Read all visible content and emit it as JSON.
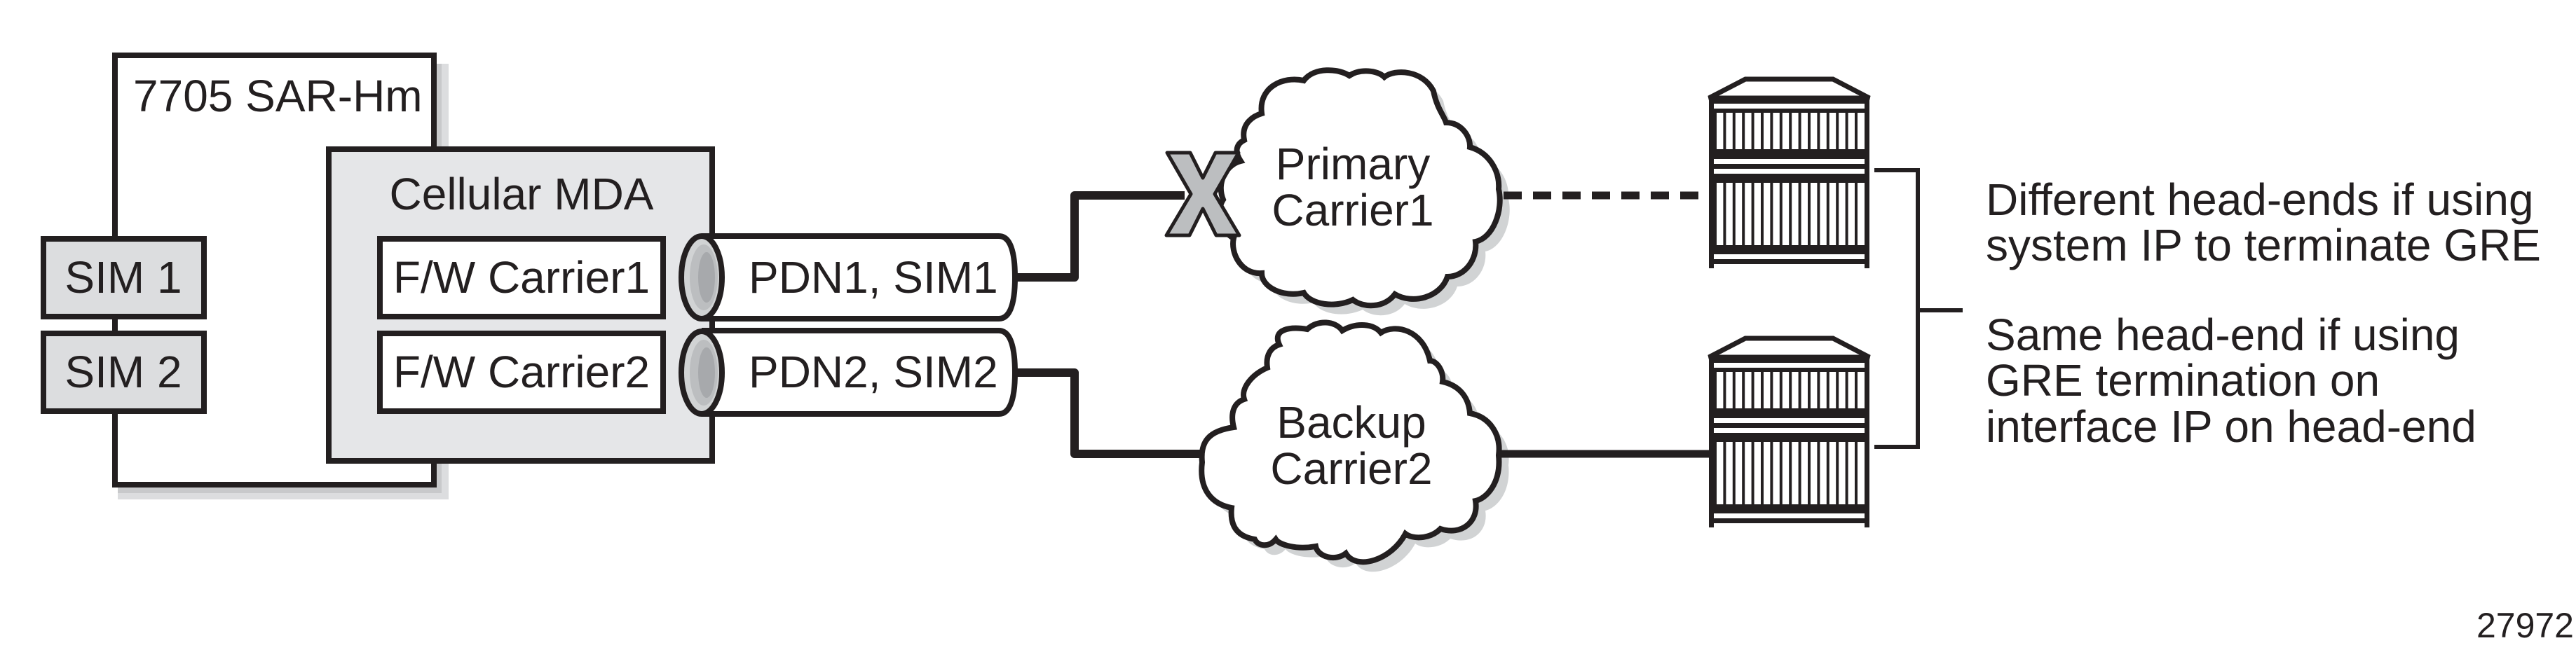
{
  "diagram": {
    "figure_id": "27972",
    "device": {
      "label": "7705 SAR-Hm"
    },
    "sims": [
      {
        "label": "SIM 1"
      },
      {
        "label": "SIM 2"
      }
    ],
    "mda": {
      "label": "Cellular MDA",
      "firmware": [
        {
          "label": "F/W Carrier1"
        },
        {
          "label": "F/W Carrier2"
        }
      ]
    },
    "tunnels": [
      {
        "label": "PDN1, SIM1",
        "status": "failed"
      },
      {
        "label": "PDN2, SIM2",
        "status": "active"
      }
    ],
    "failure_marker": {
      "glyph": "X"
    },
    "clouds": [
      {
        "line1": "Primary",
        "line2": "Carrier1",
        "link_style": "dashed"
      },
      {
        "line1": "Backup",
        "line2": "Carrier2",
        "link_style": "solid"
      }
    ],
    "head_ends": [
      {
        "icon": "router-chassis-icon"
      },
      {
        "icon": "router-chassis-icon"
      }
    ],
    "notes": [
      {
        "lines": [
          "Different head-ends if using",
          "system IP to terminate GRE"
        ]
      },
      {
        "lines": [
          "Same head-end if using",
          "GRE termination on",
          "interface IP on head-end"
        ]
      }
    ],
    "colors": {
      "stroke": "#231f20",
      "mda_fill": "#e5e6e8",
      "sim_fill": "#dcdddf",
      "shadow_dark": "#c8c9cb",
      "shadow_light": "#dcdddf",
      "x_fill": "#bcbec0",
      "connector_mid": "#bcbec0",
      "connector_inner": "#a7a9ac"
    }
  }
}
